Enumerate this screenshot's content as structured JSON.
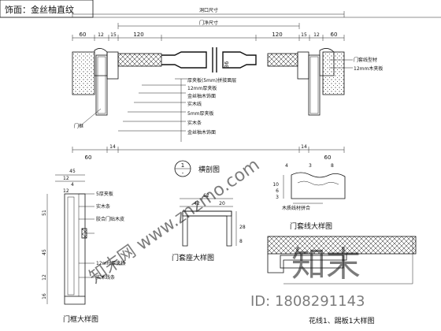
{
  "header": {
    "title": "饰面：金丝柚直纹"
  },
  "plan": {
    "dim_top_overall": "洞口尺寸",
    "dim_top_inner": "门净尺寸",
    "dims_left": [
      "60",
      "12",
      "15",
      "120"
    ],
    "dims_right": [
      "120",
      "15",
      "12",
      "60"
    ],
    "dim_center": "36",
    "dim_bottom_left": "60",
    "dim_bottom_right": "60",
    "dim_bottom_14_left": "14",
    "dim_bottom_14_right": "14",
    "right_notes": [
      "门套线型材",
      "12mm木夹板"
    ],
    "left_note": "门框",
    "notes": [
      "厚夹板(5mm)拼接面层",
      "12mm厚夹板",
      "金丝柚木饰面",
      "实木线",
      "5mm厚夹板",
      "实木条",
      "金丝柚木饰面"
    ],
    "label": "横剖图",
    "label_num_top": "1",
    "label_num_bottom": "-"
  },
  "frame_detail": {
    "dims_top": [
      "45",
      "12",
      "4",
      "12"
    ],
    "dims_side": [
      "51",
      "45",
      "12",
      "16"
    ],
    "notes": [
      "5厚夹板",
      "实木条",
      "胶合门贴木皮",
      "12mm厚夹板",
      "实木线条"
    ],
    "label": "门框大样图"
  },
  "base_detail": {
    "dims": [
      "62",
      "42",
      "20",
      "28",
      "8"
    ],
    "label": "门套座大样图"
  },
  "trim_detail": {
    "dims": [
      "10",
      "6",
      "3",
      "4",
      "3",
      "8"
    ],
    "note": "木质线材拼合",
    "label": "门套线大样图"
  },
  "molding_detail": {
    "label": "花线1、踢板1大样图"
  },
  "watermark": {
    "brand": "知末",
    "diag_text": "知末网 www.znzmo.com",
    "id_text": "ID: 1808291143"
  }
}
